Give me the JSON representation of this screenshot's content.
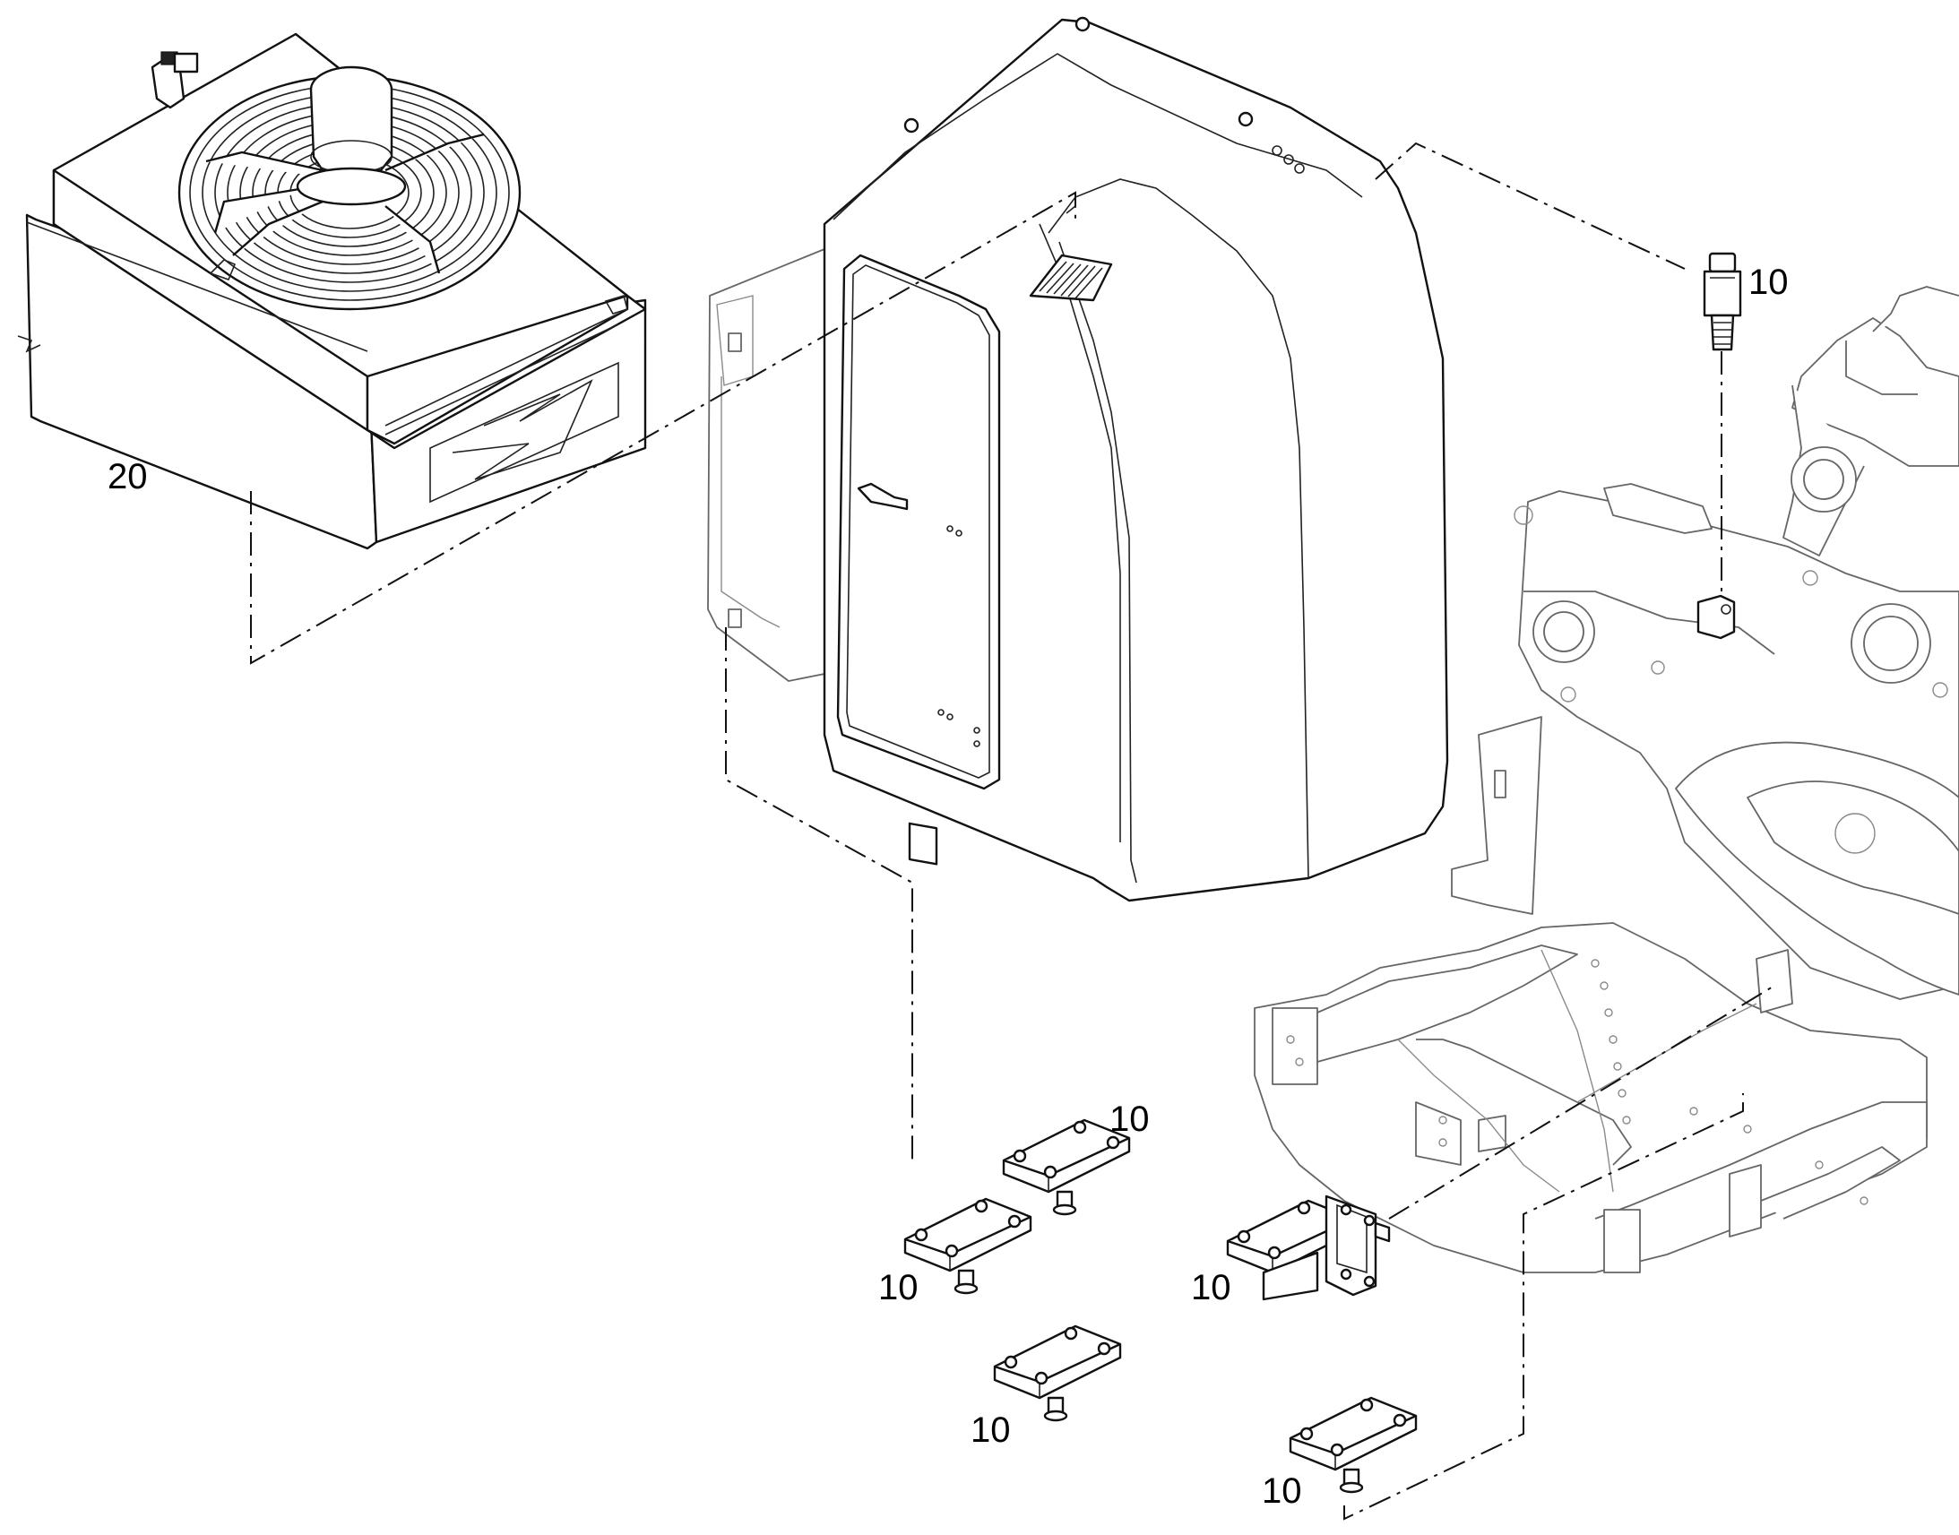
{
  "callouts": {
    "radiator": "20",
    "sensor": "10",
    "mount_top_right": "10",
    "mount_left": "10",
    "mount_bracket": "10",
    "mount_bottom_center": "10",
    "mount_bottom_right": "10"
  },
  "colors": {
    "line": "#111111",
    "background": "#ffffff",
    "faded_line": "#666666"
  }
}
